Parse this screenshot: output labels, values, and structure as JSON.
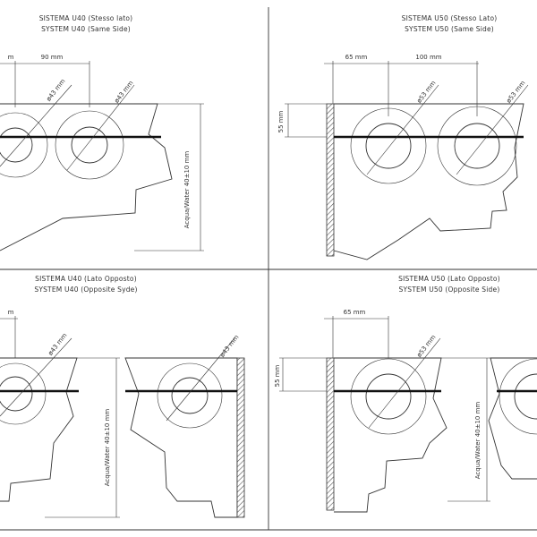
{
  "panels": {
    "top_left": {
      "title_it": "SISTEMA U40 (Stesso lato)",
      "title_en": "SYSTEM U40 (Same Side)",
      "dim_offset": "m",
      "dim_spacing": "90 mm",
      "diam_1": "ø43 mm",
      "diam_2": "ø43 mm",
      "water": "Acqua/Water 40±10 mm"
    },
    "top_right": {
      "title_it": "SISTEMA U50 (Stesso Lato)",
      "title_en": "SYSTEM U50 (Same Side)",
      "dim_offset": "65 mm",
      "dim_spacing": "100 mm",
      "dim_height": "55 mm",
      "diam_1": "ø53 mm",
      "diam_2": "ø53 mm"
    },
    "bottom_left": {
      "title_it": "SISTEMA U40 (Lato Opposto)",
      "title_en": "SYSTEM U40 (Opposite Syde)",
      "dim_offset": "m",
      "diam_1": "ø43 mm",
      "diam_2": "ø43 mm",
      "water": "Acqua/Water 40±10 mm"
    },
    "bottom_right": {
      "title_it": "SISTEMA U50 (Lato Opposto)",
      "title_en": "SYSTEM U50 (Opposite Side)",
      "dim_offset": "65 mm",
      "dim_height": "55 mm",
      "diam_1": "ø53 mm",
      "water": "Acqua/Water 40±10 mm"
    }
  }
}
